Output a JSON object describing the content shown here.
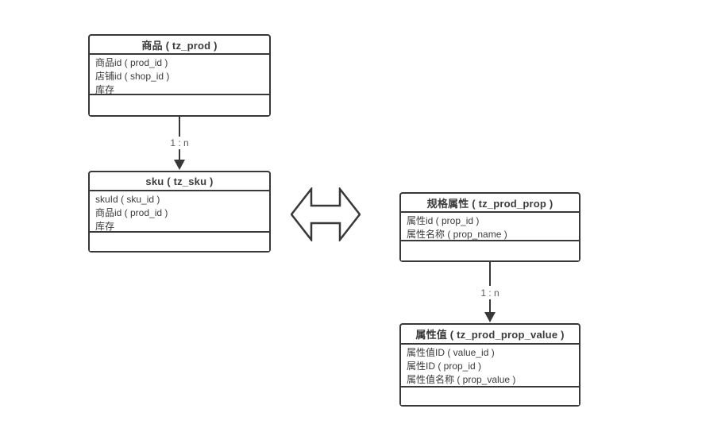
{
  "colors": {
    "background": "#ffffff",
    "line": "#383838",
    "text": "#3b3b3b",
    "cardinality_label": "#595959"
  },
  "diagram": {
    "type": "entity-relationship",
    "tables": [
      {
        "title": "商品 ( tz_prod )",
        "fields": [
          "商品id ( prod_id )",
          "店铺id ( shop_id )",
          "库存"
        ]
      },
      {
        "title": "sku ( tz_sku )",
        "fields": [
          "skuId ( sku_id )",
          "商品id ( prod_id )",
          "库存"
        ]
      },
      {
        "title": "规格属性 ( tz_prod_prop )",
        "fields": [
          "属性id ( prop_id )",
          "属性名称 ( prop_name )"
        ]
      },
      {
        "title": "属性值 ( tz_prod_prop_value )",
        "fields": [
          "属性值ID ( value_id )",
          "属性ID ( prop_id )",
          "属性值名称 ( prop_value )"
        ]
      }
    ],
    "connectors": [
      {
        "from": "商品 ( tz_prod )",
        "to": "sku ( tz_sku )",
        "label": "1 : n",
        "style": "arrow-down"
      },
      {
        "from": "规格属性 ( tz_prod_prop )",
        "to": "属性值 ( tz_prod_prop_value )",
        "label": "1 : n",
        "style": "arrow-down"
      }
    ],
    "symbols": [
      {
        "name": "left-right-double-arrow",
        "between": [
          "sku ( tz_sku )",
          "规格属性 ( tz_prod_prop )"
        ]
      }
    ]
  }
}
